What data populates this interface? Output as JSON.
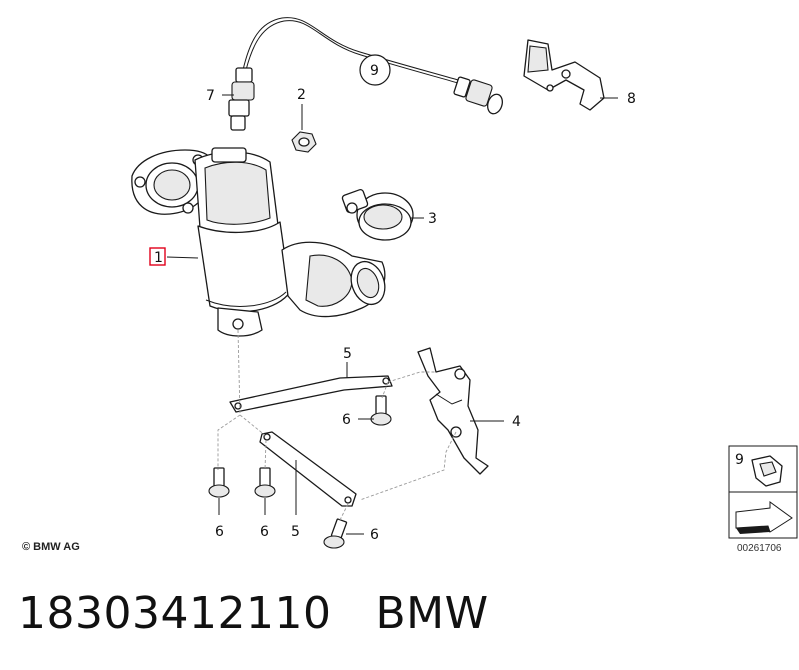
{
  "diagram": {
    "callouts": [
      {
        "id": "1",
        "label": "1",
        "highlighted": true
      },
      {
        "id": "2",
        "label": "2"
      },
      {
        "id": "3",
        "label": "3"
      },
      {
        "id": "4",
        "label": "4"
      },
      {
        "id": "5a",
        "label": "5"
      },
      {
        "id": "5b",
        "label": "5"
      },
      {
        "id": "6a",
        "label": "6"
      },
      {
        "id": "6b",
        "label": "6"
      },
      {
        "id": "6c",
        "label": "6"
      },
      {
        "id": "6d",
        "label": "6"
      },
      {
        "id": "7",
        "label": "7"
      },
      {
        "id": "8",
        "label": "8"
      },
      {
        "id": "9",
        "label": "9"
      }
    ],
    "legend_label": "9",
    "highlight_color": "#e0001b",
    "copyright": "© BMW AG",
    "reference": "00261706"
  },
  "footer": {
    "part_number": "18303412110",
    "brand": "BMW"
  }
}
